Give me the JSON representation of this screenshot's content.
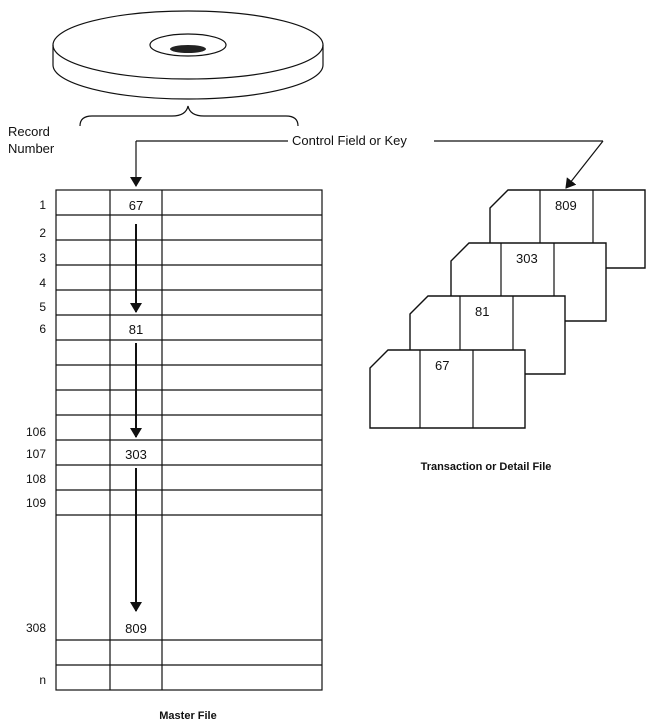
{
  "labels": {
    "record_number_line1": "Record",
    "record_number_line2": "Number",
    "control_field": "Control Field or Key",
    "master_file": "Master File",
    "transaction_file": "Transaction or Detail File"
  },
  "master_rows": [
    {
      "num": "1",
      "key": "67"
    },
    {
      "num": "2",
      "key": ""
    },
    {
      "num": "3",
      "key": ""
    },
    {
      "num": "4",
      "key": ""
    },
    {
      "num": "5",
      "key": ""
    },
    {
      "num": "6",
      "key": "81"
    },
    {
      "num": "106",
      "key": ""
    },
    {
      "num": "107",
      "key": "303"
    },
    {
      "num": "108",
      "key": ""
    },
    {
      "num": "109",
      "key": ""
    },
    {
      "num": "308",
      "key": "809"
    },
    {
      "num": "n",
      "key": ""
    }
  ],
  "transaction_cards": [
    "809",
    "303",
    "81",
    "67"
  ]
}
